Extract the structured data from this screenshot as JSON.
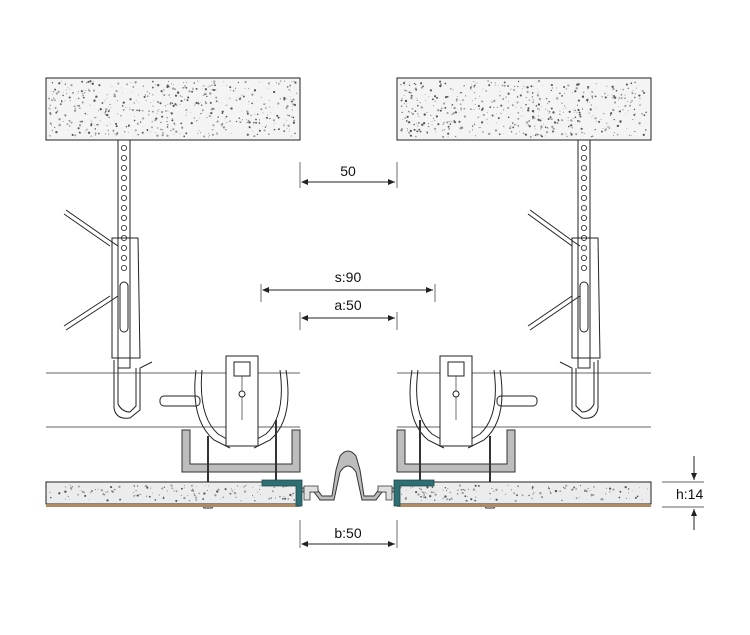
{
  "dimensions": {
    "gap_top": "50",
    "span_s": "s:90",
    "span_a": "a:50",
    "gap_bottom": "b:50",
    "board_height": "h:14"
  },
  "colors": {
    "concrete_fill": "#f4f4f4",
    "board_fill": "#ececec",
    "board_underside": "#b08a62",
    "profile_fill": "#bdbdbd",
    "trim_accent": "#2e6f73",
    "line": "#222222"
  }
}
